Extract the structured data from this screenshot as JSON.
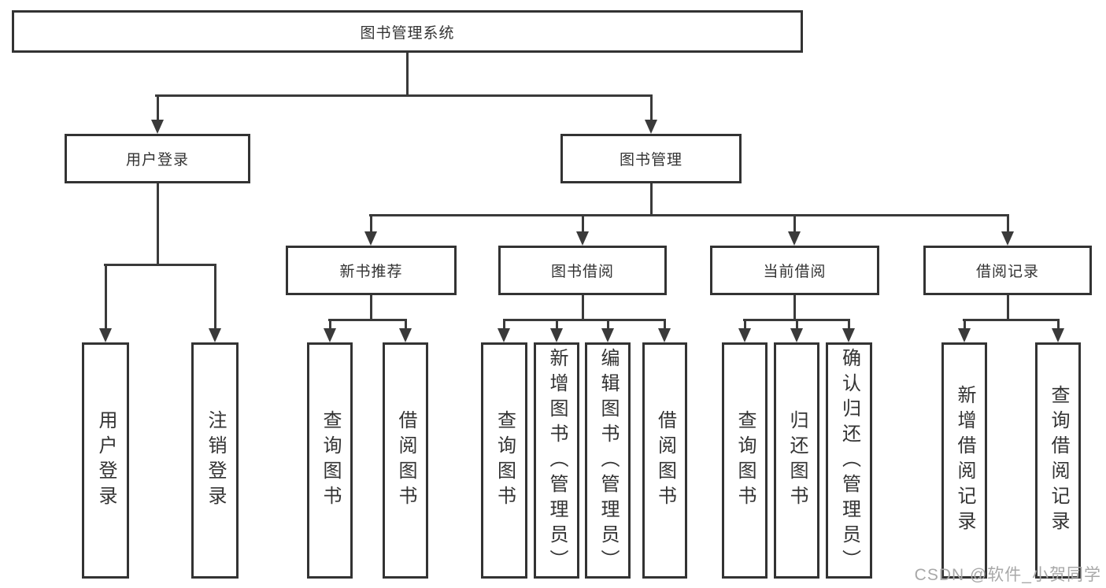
{
  "diagram_title": "图书管理系统",
  "tree": {
    "label": "图书管理系统",
    "children": [
      {
        "label": "用户登录",
        "children": [
          {
            "label": "用户登录"
          },
          {
            "label": "注销登录"
          }
        ]
      },
      {
        "label": "图书管理",
        "children": [
          {
            "label": "新书推荐",
            "children": [
              {
                "label": "查询图书"
              },
              {
                "label": "借阅图书"
              }
            ]
          },
          {
            "label": "图书借阅",
            "children": [
              {
                "label": "查询图书"
              },
              {
                "label": "新增图书（管理员）"
              },
              {
                "label": "编辑图书（管理员）"
              },
              {
                "label": "借阅图书"
              }
            ]
          },
          {
            "label": "当前借阅",
            "children": [
              {
                "label": "查询图书"
              },
              {
                "label": "归还图书"
              },
              {
                "label": "确认归还（管理员）"
              }
            ]
          },
          {
            "label": "借阅记录",
            "children": [
              {
                "label": "新增借阅记录"
              },
              {
                "label": "查询借阅记录"
              }
            ]
          }
        ]
      }
    ]
  },
  "watermark": "CSDN @软件_小贺同学",
  "colors": {
    "background": "#ffffff",
    "box_border": "#333333",
    "connector_line": "#3a3a3a",
    "text": "#333333",
    "watermark_text": "#a8a8a8"
  }
}
